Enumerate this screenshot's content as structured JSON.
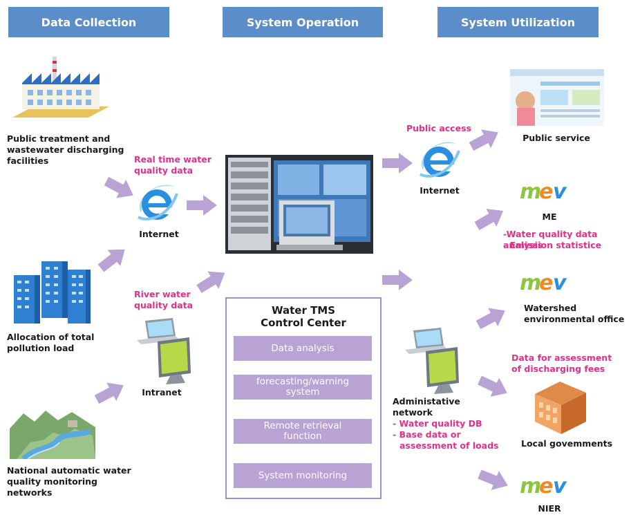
{
  "headers": {
    "collection": "Data Collection",
    "operation": "System Operation",
    "utilization": "System Utilization"
  },
  "sources": {
    "facilities": "Public treatment and wastewater discharging facilities",
    "allocation": "Allocation of total pollution load",
    "networks": "National automatic water quality monitoring networks"
  },
  "transport": {
    "internet_left": "Internet",
    "intranet": "Intranet",
    "internet_right": "Internet",
    "realtime": "Real time water quality data",
    "river": "River water quality data",
    "public_access": "Public access"
  },
  "control_center": {
    "title_line1": "Water TMS",
    "title_line2": "Control Center",
    "items": [
      "Data analysis",
      "forecasting/warning system",
      "Remote retrieval function",
      "System monitoring"
    ]
  },
  "admin": {
    "label": "Administative network",
    "db1": "- Water quality DB",
    "db2": "- Base data or",
    "db3": "assessment of loads"
  },
  "outputs": {
    "public_service": "Public service",
    "me": "ME",
    "me_note1": "-Water quality data analysis",
    "me_note2": "- Emission statistice",
    "watershed": "Watershed environmental office",
    "fees_note": "Data for assessment of discharging fees",
    "local": "Local govemments",
    "nier": "NIER"
  },
  "logo_text": "mev",
  "colors": {
    "header": "#5b8ec9",
    "arrow": "#b9a2d4",
    "highlight": "#e0308a",
    "panel_border": "#a98cc4"
  },
  "icons": [
    "factory-icon",
    "buildings-icon",
    "river-icon",
    "ie-icon",
    "laptop-icon",
    "monitor-icon",
    "server-icon",
    "house-icon",
    "mev-logo"
  ]
}
